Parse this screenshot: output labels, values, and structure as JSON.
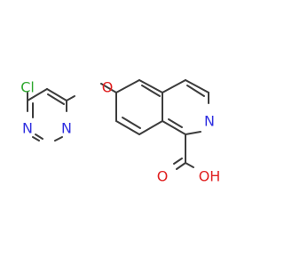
{
  "molecule": {
    "atom_labels": {
      "chlorine": "Cl",
      "pyrimidine_n1": "N",
      "pyrimidine_n2": "N",
      "ether_oxygen": "O",
      "isoquinoline_n": "N",
      "carbonyl_oxygen": "O",
      "hydroxyl": "OH"
    },
    "colors": {
      "carbon_bond": "#3c3c3c",
      "chlorine": "#2fa82f",
      "nitrogen": "#3030e0",
      "oxygen": "#e02020",
      "background": "#ffffff"
    }
  }
}
